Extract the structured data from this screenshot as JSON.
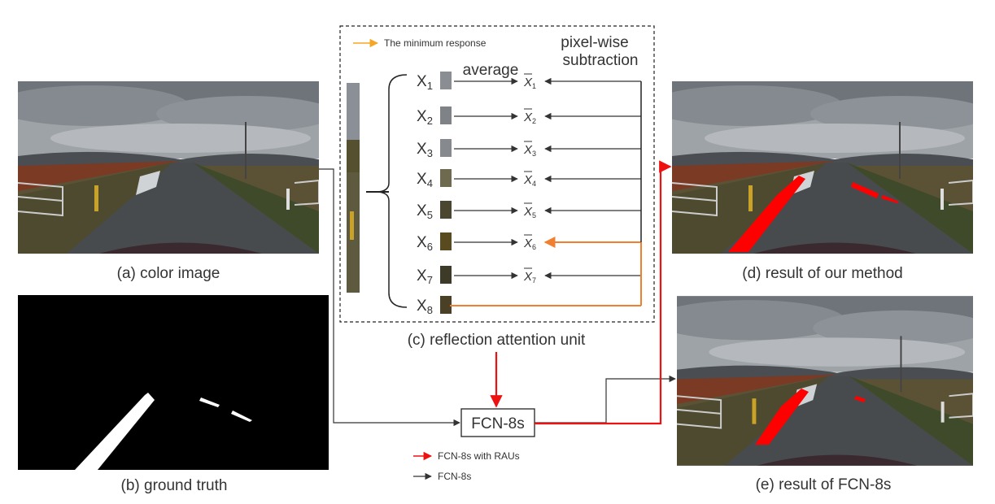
{
  "captions": {
    "a": "(a) color image",
    "b": "(b) ground truth",
    "c": "(c) reflection attention unit",
    "d": "(d) result of our method",
    "e": "(e) result of FCN-8s"
  },
  "rau": {
    "legend_minimum": "The minimum response",
    "average_label": "average",
    "subtraction_label_1": "pixel-wise",
    "subtraction_label_2": "subtraction",
    "rows": [
      {
        "x": "X",
        "sub": "1",
        "xbar": "X",
        "xbar_sub": "1"
      },
      {
        "x": "X",
        "sub": "2",
        "xbar": "X",
        "xbar_sub": "2"
      },
      {
        "x": "X",
        "sub": "3",
        "xbar": "X",
        "xbar_sub": "3"
      },
      {
        "x": "X",
        "sub": "4",
        "xbar": "X",
        "xbar_sub": "4"
      },
      {
        "x": "X",
        "sub": "5",
        "xbar": "X",
        "xbar_sub": "5"
      },
      {
        "x": "X",
        "sub": "6",
        "xbar": "X",
        "xbar_sub": "6"
      },
      {
        "x": "X",
        "sub": "7",
        "xbar": "X",
        "xbar_sub": "7"
      },
      {
        "x": "X",
        "sub": "8"
      }
    ]
  },
  "fcn_box": "FCN-8s",
  "legend": {
    "red": "FCN-8s with RAUs",
    "black": "FCN-8s"
  },
  "colors": {
    "orange": "#f08030",
    "legend_orange": "#f5a623",
    "red": "#ee1111",
    "dark": "#333333",
    "mask_red": "#ff0000"
  }
}
